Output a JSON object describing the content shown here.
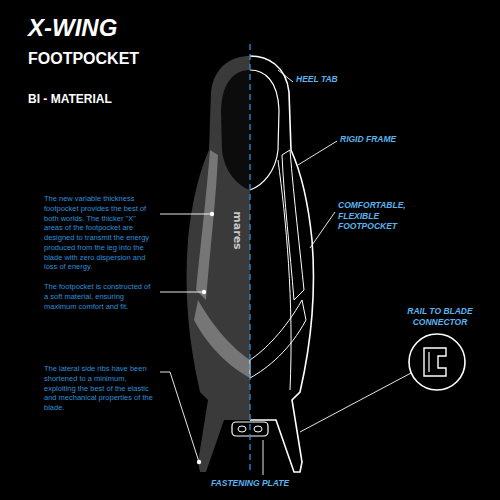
{
  "diagram": {
    "title": "X-WING",
    "labels": [
      "FOOTPOCKET",
      "BI - MATERIAL",
      "The new variable thickness footpocket provides the best of both worlds. The thicker \"X\" areas of the footpocket are designed to transmit the energy produced from the leg into the blade with zero dispersion and loss of energy.",
      "The footpocket is constructed of a soft material, ensuring maximum comfort and fit.",
      "The lateral side ribs have been shortened to a minimum, exploiting the best of the elastic and mechanical properties of the blade.",
      "HEEL TAB",
      "RIGID FRAME",
      "COMFORTABLE, FLEXIBLE FOOTPOCKET",
      "RAIL TO BLADE CONNECTOR",
      "FASTENING PLATE",
      "mares"
    ]
  }
}
